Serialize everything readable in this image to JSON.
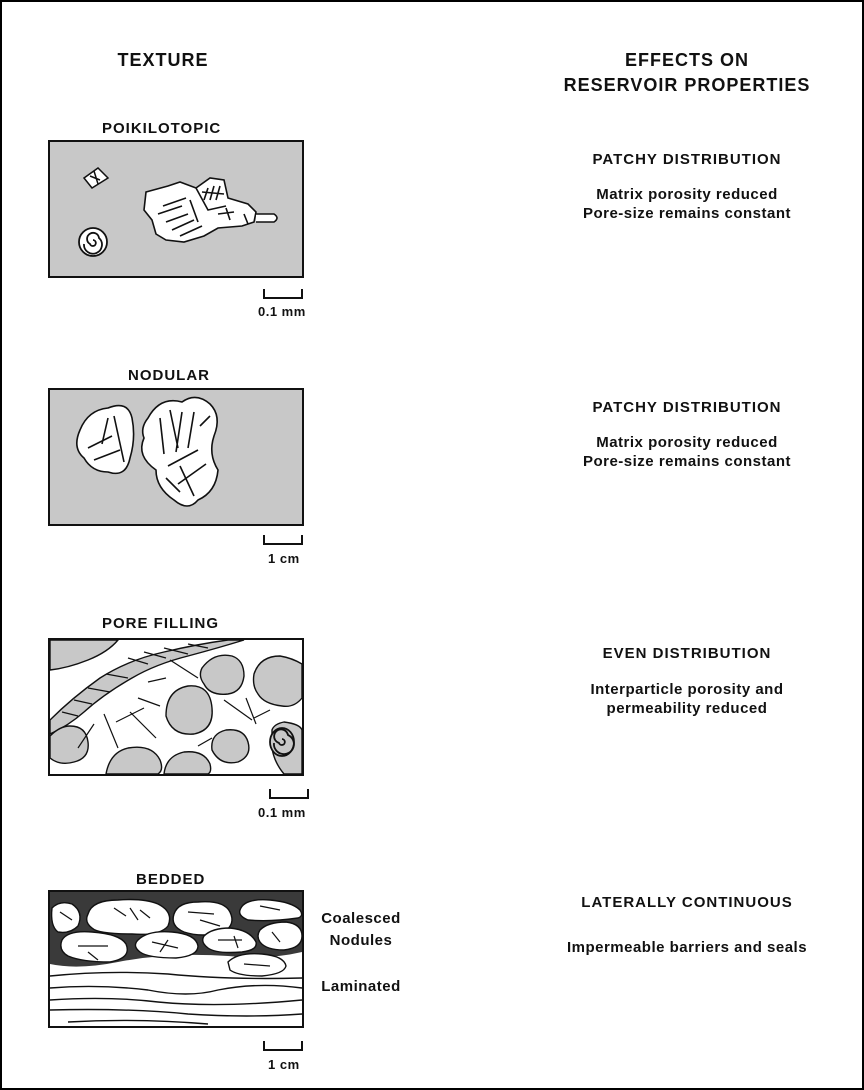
{
  "headers": {
    "texture": "TEXTURE",
    "effects_line1": "EFFECTS ON",
    "effects_line2": "RESERVOIR PROPERTIES"
  },
  "rows": [
    {
      "texture": "POIKILOTOPIC",
      "scale": "0.1 mm",
      "effect_title": "PATCHY DISTRIBUTION",
      "effect_line1": "Matrix porosity reduced",
      "effect_line2": "Pore-size remains constant"
    },
    {
      "texture": "NODULAR",
      "scale": "1 cm",
      "effect_title": "PATCHY DISTRIBUTION",
      "effect_line1": "Matrix porosity reduced",
      "effect_line2": "Pore-size remains constant"
    },
    {
      "texture": "PORE FILLING",
      "scale": "0.1 mm",
      "effect_title": "EVEN DISTRIBUTION",
      "effect_line1": "Interparticle porosity and",
      "effect_line2": "permeability reduced"
    },
    {
      "texture": "BEDDED",
      "scale": "1 cm",
      "effect_title": "LATERALLY CONTINUOUS",
      "effect_line1": "Impermeable barriers and seals",
      "side_label_1a": "Coalesced",
      "side_label_1b": "Nodules",
      "side_label_2": "Laminated"
    }
  ],
  "colors": {
    "matrix_gray": "#c8c8c8",
    "cement_dark": "#3a3a3a",
    "ink": "#111111"
  }
}
